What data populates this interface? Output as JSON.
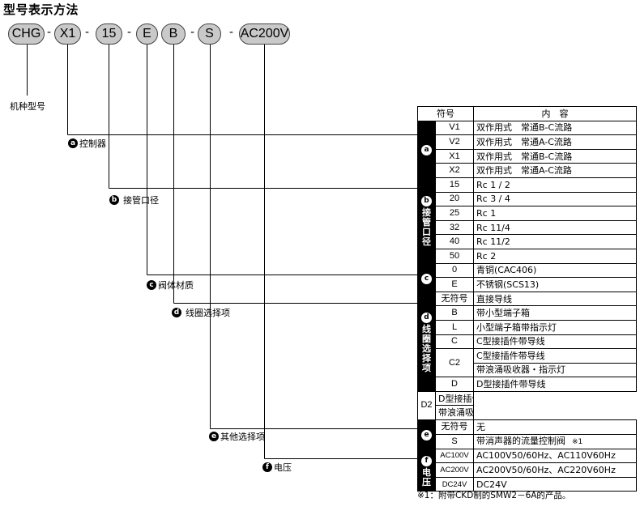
{
  "title": "型号表示方法",
  "model_code": {
    "segments": [
      "CHG",
      "X1",
      "15",
      "E",
      "B",
      "S",
      "AC200V"
    ],
    "separator": "-"
  },
  "machine_type_label": "机种型号",
  "callouts": [
    {
      "letter": "a",
      "label": "控制器"
    },
    {
      "letter": "b",
      "label": "接管口径"
    },
    {
      "letter": "c",
      "label": "阀体材质"
    },
    {
      "letter": "d",
      "label": "线圈选择项"
    },
    {
      "letter": "e",
      "label": "其他选择项"
    },
    {
      "letter": "f",
      "label": "电压"
    }
  ],
  "table": {
    "header_symbol": "符号",
    "header_content": "内　容",
    "groups": [
      {
        "letter": "a",
        "vertical_label": "",
        "rows": [
          {
            "symbol": "V1",
            "content": "双作用式　常通B-C流路"
          },
          {
            "symbol": "V2",
            "content": "双作用式　常通A-C流路"
          },
          {
            "symbol": "X1",
            "content": "双作用式　常通B-C流路"
          },
          {
            "symbol": "X2",
            "content": "双作用式　常通A-C流路"
          }
        ]
      },
      {
        "letter": "b",
        "vertical_label": "接管口径",
        "rows": [
          {
            "symbol": "15",
            "content": "Rc 1 / 2"
          },
          {
            "symbol": "20",
            "content": "Rc 3 / 4"
          },
          {
            "symbol": "25",
            "content": "Rc 1"
          },
          {
            "symbol": "32",
            "content": "Rc 11/4"
          },
          {
            "symbol": "40",
            "content": "Rc 11/2"
          },
          {
            "symbol": "50",
            "content": "Rc 2"
          }
        ]
      },
      {
        "letter": "c",
        "vertical_label": "",
        "rows": [
          {
            "symbol": "0",
            "content": "青铜(CAC406)"
          },
          {
            "symbol": "E",
            "content": "不锈钢(SCS13)"
          }
        ]
      },
      {
        "letter": "d",
        "vertical_label": "线圈选择项",
        "rows": [
          {
            "symbol": "无符号",
            "content": "直接导线"
          },
          {
            "symbol": "B",
            "content": "带小型端子箱"
          },
          {
            "symbol": "L",
            "content": "小型端子箱带指示灯"
          },
          {
            "symbol": "C",
            "content": "C型接插件带导线"
          },
          {
            "symbol": "C2",
            "content": "C型接插件带导线",
            "content2": "带浪涌吸收器・指示灯"
          },
          {
            "symbol": "D",
            "content": "D型接插件带导线"
          },
          {
            "symbol": "D2",
            "content": "D型接插件带导线",
            "content2": "带浪涌吸收器・指示灯"
          }
        ]
      },
      {
        "letter": "e",
        "vertical_label": "",
        "rows": [
          {
            "symbol": "无符号",
            "content": "无"
          },
          {
            "symbol": "S",
            "content": "带消声器的流量控制阀",
            "note": "※1"
          }
        ]
      },
      {
        "letter": "f",
        "vertical_label": "电压",
        "rows": [
          {
            "symbol": "AC100V",
            "content": "AC100V50/60Hz、AC110V60Hz"
          },
          {
            "symbol": "AC200V",
            "content": "AC200V50/60Hz、AC220V60Hz"
          },
          {
            "symbol": "DC24V",
            "content": "DC24V"
          }
        ]
      }
    ]
  },
  "footnote": "※1：附带CKD制的SMW2－6A的产品。",
  "colors": {
    "pill_fill": "#c9c9c9",
    "line": "#000000",
    "badge_bg": "#000000"
  }
}
